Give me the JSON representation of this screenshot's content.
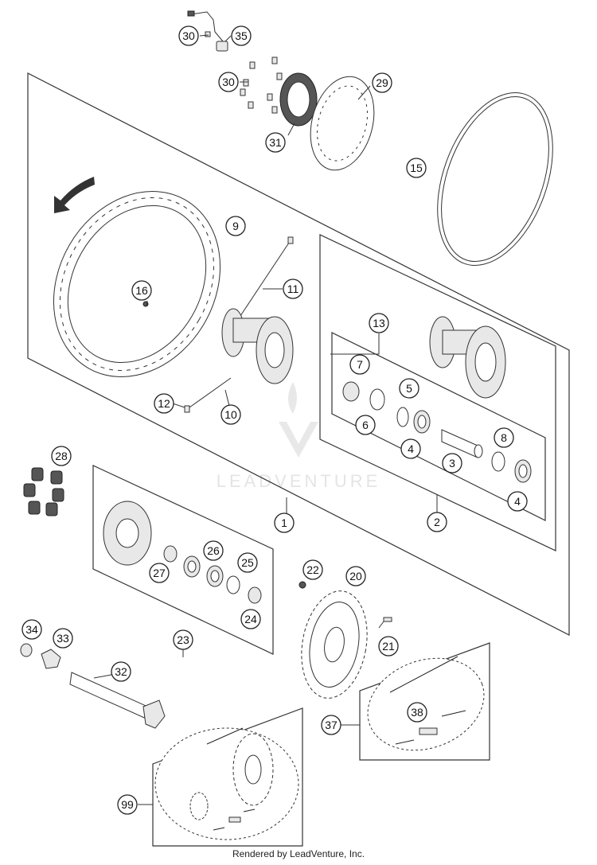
{
  "watermark": "LEADVENTURE",
  "footer": "Rendered by LeadVenture, Inc.",
  "callouts": [
    "30",
    "35",
    "30",
    "29",
    "31",
    "15",
    "9",
    "16",
    "11",
    "13",
    "7",
    "5",
    "6",
    "4",
    "3",
    "8",
    "4",
    "12",
    "10",
    "2",
    "1",
    "28",
    "26",
    "27",
    "25",
    "24",
    "23",
    "22",
    "20",
    "21",
    "34",
    "33",
    "32",
    "38",
    "37",
    "99"
  ]
}
